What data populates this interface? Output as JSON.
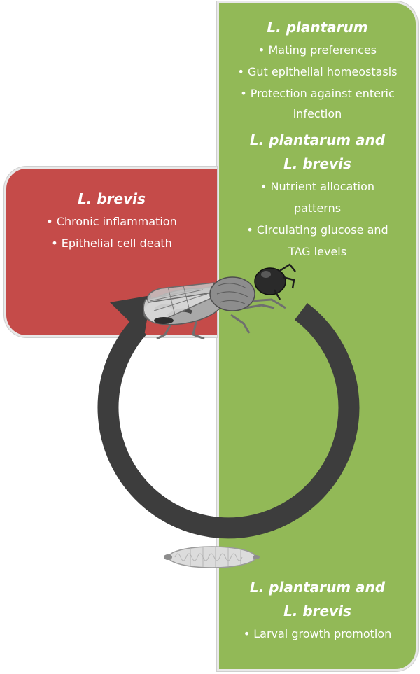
{
  "green_panel": {
    "top_heading": "L. plantarum",
    "top_items": [
      "Mating preferences",
      "Gut epithelial homeostasis",
      "Protection against enteric",
      "infection"
    ],
    "mid_heading_line1": "L. plantarum and",
    "mid_heading_line2": "L. brevis",
    "mid_items": [
      "Nutrient allocation",
      "patterns",
      "Circulating glucose and",
      "TAG levels"
    ],
    "bottom_heading_line1": "L. plantarum and",
    "bottom_heading_line2": "L. brevis",
    "bottom_items": [
      "Larval growth promotion"
    ]
  },
  "red_panel": {
    "heading": "L. brevis",
    "items": [
      "Chronic inflammation",
      "Epithelial cell death"
    ]
  },
  "colors": {
    "green": "#92b957",
    "red": "#c54b49",
    "cycle_arrow": "#3d3d3d"
  },
  "icons": {
    "adult": "fly-icon",
    "larva": "larva-icon"
  }
}
